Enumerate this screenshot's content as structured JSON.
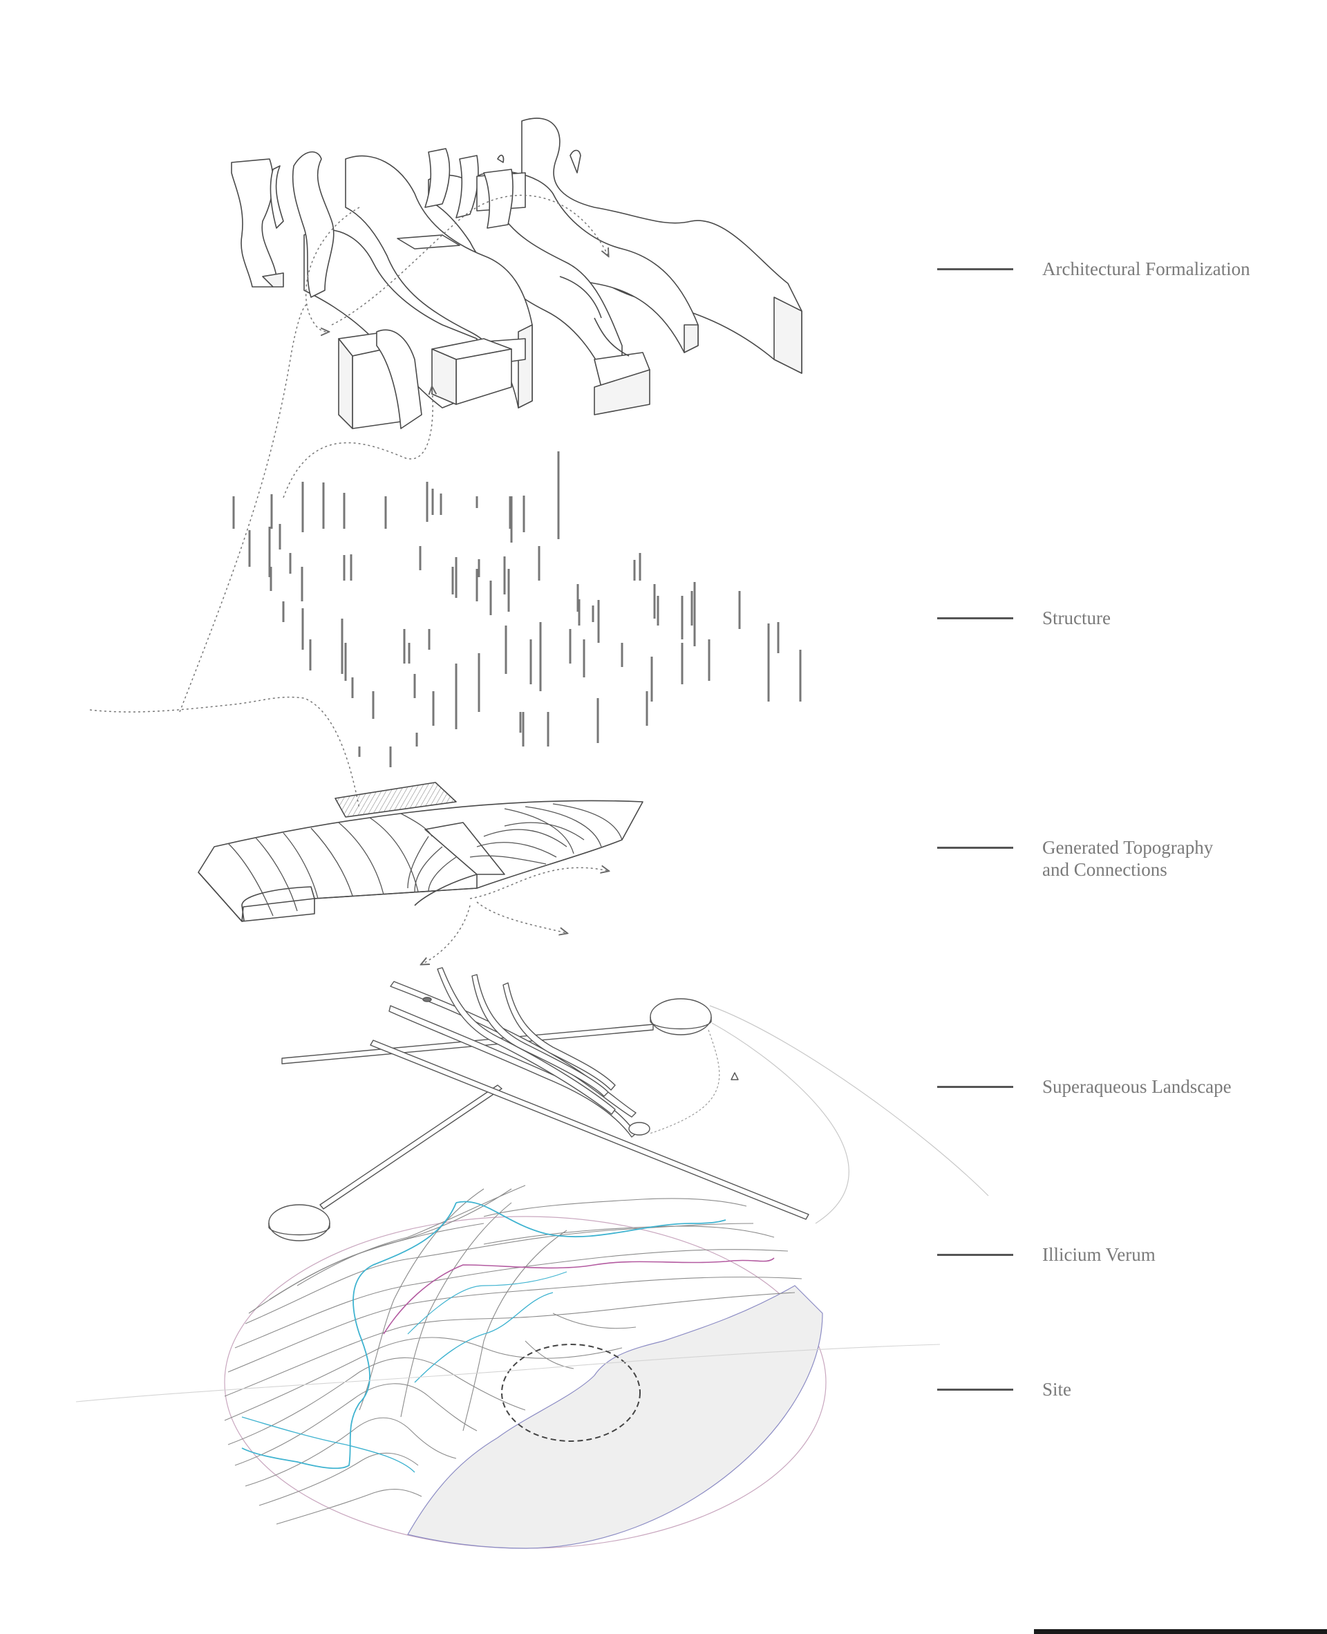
{
  "layers": [
    {
      "id": "architectural-formalization",
      "lines": [
        "Architectural Formalization"
      ]
    },
    {
      "id": "structure",
      "lines": [
        "Structure"
      ]
    },
    {
      "id": "generated-topography",
      "lines": [
        "Generated Topography",
        "and Connections"
      ]
    },
    {
      "id": "superaqueous-landscape",
      "lines": [
        "Superaqueous Landscape"
      ]
    },
    {
      "id": "illicium-verum",
      "lines": [
        "Illicium Verum"
      ]
    },
    {
      "id": "site",
      "lines": [
        "Site"
      ]
    }
  ],
  "colors": {
    "line": "#555555",
    "label": "#7a7a7a",
    "river": "#3fb3d0",
    "ridge": "#b35aa0",
    "water_fill": "#efefef"
  }
}
